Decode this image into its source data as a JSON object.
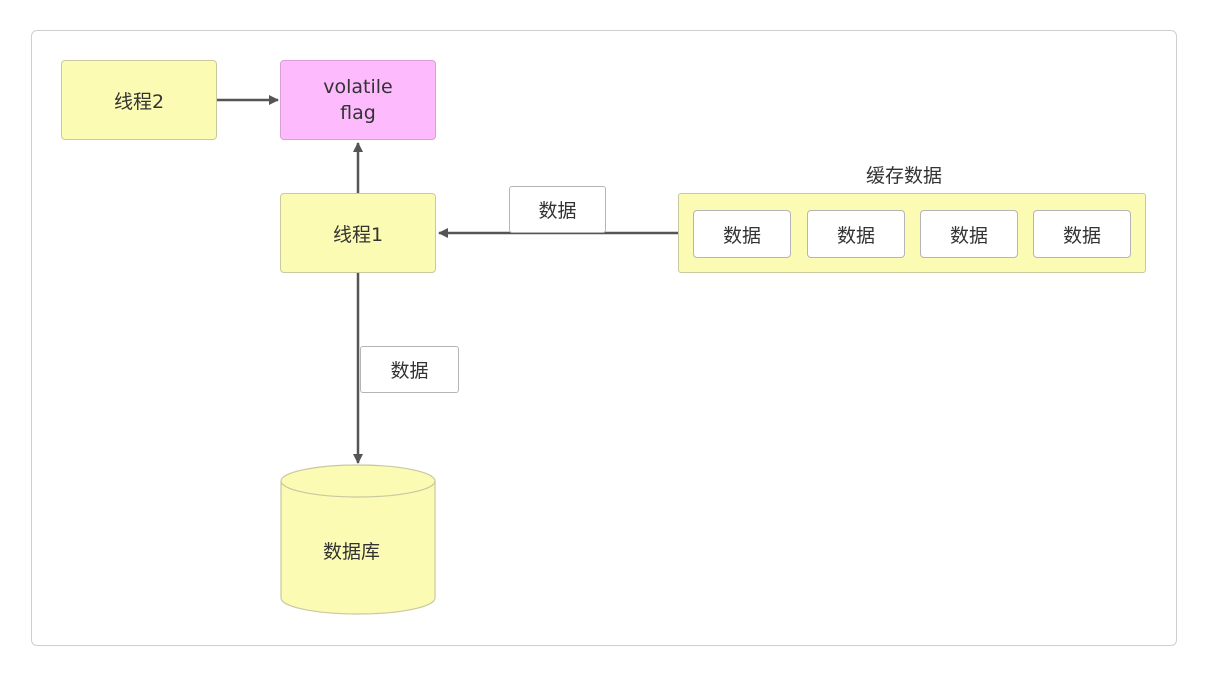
{
  "thread2": "线程2",
  "flag_line1": "volatile",
  "flag_line2": "flag",
  "thread1": "线程1",
  "cache_title": "缓存数据",
  "cache_items": [
    "数据",
    "数据",
    "数据",
    "数据"
  ],
  "label_cache_to_thread": "数据",
  "label_thread_to_db": "数据",
  "database": "数据库"
}
